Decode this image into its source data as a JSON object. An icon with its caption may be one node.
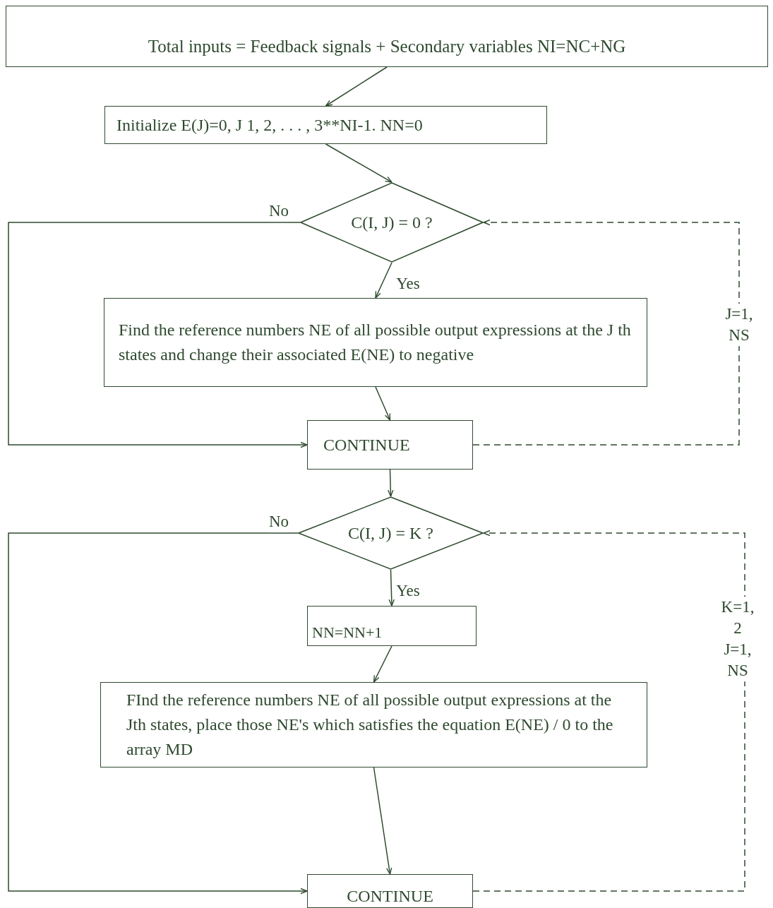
{
  "diagram": {
    "nodes": [
      {
        "text": [
          "Total inputs = Feedback signals + Secondary variables NI=NC+NG"
        ]
      },
      {
        "text": [
          "Initialize E(J)=0, J 1, 2, . . . , 3**NI-1. NN=0"
        ]
      },
      {
        "text": [
          "C(I, J) = 0 ?"
        ]
      },
      {
        "text": [
          "Find the reference numbers NE of all possible output expressions at the J th states and change their associated E(NE) to negative"
        ]
      },
      {
        "text": [
          "CONTINUE"
        ]
      },
      {
        "text": [
          "C(I, J) = K ?"
        ]
      },
      {
        "text": [
          "NN=NN+1"
        ]
      },
      {
        "text": [
          "FInd the reference numbers NE of all possible output expressions at the Jth states, place those NE's which satisfies the equation E(NE) / 0 to the array MD"
        ]
      },
      {
        "text": [
          "CONTINUE"
        ]
      }
    ],
    "edges": [
      {
        "from": 0,
        "to": 1,
        "arrow": "to"
      },
      {
        "from": 1,
        "to": 2,
        "arrow": "to"
      },
      {
        "from": 2,
        "to": 3,
        "arrow": "to",
        "label": "Yes"
      },
      {
        "from": 2,
        "to": 4,
        "arrow": "to",
        "label": "No"
      },
      {
        "from": 3,
        "to": 4,
        "arrow": "to"
      },
      {
        "from": 4,
        "to": 2,
        "arrow": "to",
        "style": "dashed",
        "label": "J=1, NS"
      },
      {
        "from": 4,
        "to": 5,
        "arrow": "to"
      },
      {
        "from": 5,
        "to": 6,
        "arrow": "to",
        "label": "Yes"
      },
      {
        "from": 5,
        "to": 8,
        "arrow": "to",
        "label": "No"
      },
      {
        "from": 6,
        "to": 7,
        "arrow": "to"
      },
      {
        "from": 7,
        "to": 8,
        "arrow": "to"
      },
      {
        "from": 8,
        "to": 5,
        "arrow": "to",
        "style": "dashed",
        "label": "K=1, 2 J=1, NS"
      }
    ]
  }
}
